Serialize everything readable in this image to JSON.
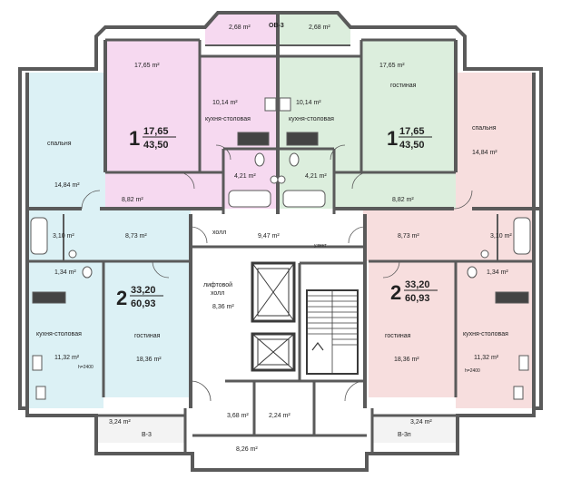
{
  "colors": {
    "wall": "#5a5a5a",
    "wall_dark": "#3a3a3a",
    "pink": "#f6d9f0",
    "green": "#dceedd",
    "blue": "#dcf1f5",
    "rose": "#f7dede",
    "light": "#f3f3f3",
    "white": "#ffffff"
  },
  "apt_top_left": {
    "rooms_number": "1",
    "living_area": "17,65",
    "total_area": "43,50",
    "room_area": "17,65 m²",
    "kitchen_label": "кухня-столовая",
    "kitchen_area": "10,14 m²",
    "bath_area": "4,21 m²",
    "hall_area": "8,82 m²",
    "loggia_area": "2,68 m²"
  },
  "apt_top_right": {
    "rooms_number": "1",
    "living_area": "17,65",
    "total_area": "43,50",
    "room_label": "гостиная",
    "room_area": "17,65 m²",
    "kitchen_label": "кухня-столовая",
    "kitchen_area": "10,14 m²",
    "bath_area": "4,21 m²",
    "hall_area": "8,82 m²",
    "loggia_area": "2,68 m²"
  },
  "apt_left": {
    "rooms_number": "2",
    "living_area": "33,20",
    "total_area": "60,93",
    "bedroom_label": "спальня",
    "bedroom_area": "14,84 m²",
    "bath_area": "3,10 m²",
    "wc_area": "1,34 m²",
    "hall_area": "8,73 m²",
    "kitchen_label": "кухня-столовая",
    "kitchen_area": "11,32 m²",
    "ceiling": "h=2400",
    "living_label": "гостиная",
    "living_area_room": "18,36 m²",
    "balcony_area": "3,24 m²",
    "balcony_label": "В-3"
  },
  "apt_right": {
    "rooms_number": "2",
    "living_area": "33,20",
    "total_area": "60,93",
    "bedroom_label": "спальня",
    "bedroom_area": "14,84 m²",
    "bath_area": "3,10 m²",
    "wc_area": "1,34 m²",
    "hall_area": "8,73 m²",
    "kitchen_label": "кухня-столовая",
    "kitchen_area": "11,32 m²",
    "ceiling": "h=2400",
    "living_label": "гостиная",
    "living_area_room": "18,36 m²",
    "balcony_area": "3,24 m²",
    "balcony_label": "В-3п"
  },
  "common": {
    "top_label": "ОВ-3",
    "hall_label": "холл",
    "hall_area": "9,47 m²",
    "lift_hall_label": "лифтовой холл",
    "lift_hall_l1": "лифтовой",
    "lift_hall_l2": "холл",
    "lift_hall_area": "8,36 m²",
    "shaft_note": "у.вент",
    "tech_left_area": "3,68 m²",
    "tech_right_area": "2,24 m²",
    "bottom_area": "8,26 m²"
  }
}
